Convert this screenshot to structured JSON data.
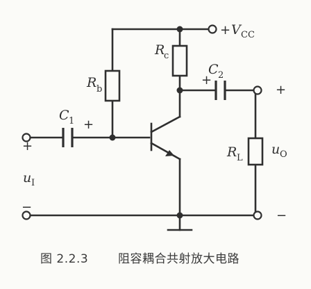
{
  "labels": {
    "vcc_prefix": "+",
    "vcc_main": "V",
    "vcc_sub": "CC",
    "rc_main": "R",
    "rc_sub": "c",
    "rb_main": "R",
    "rb_sub": "b",
    "c1_main": "C",
    "c1_sub": "1",
    "c2_main": "C",
    "c2_sub": "2",
    "rl_main": "R",
    "rl_sub": "L",
    "ui_main": "u",
    "ui_sub": "I",
    "uo_main": "u",
    "uo_sub": "O"
  },
  "signs": {
    "c1_plus": "+",
    "c2_plus": "+",
    "input_plus": "+",
    "input_minus": "−",
    "output_plus": "+",
    "output_minus": "−"
  },
  "caption": {
    "number": "图 2.2.3",
    "title": "阻容耦合共射放大电路"
  },
  "colors": {
    "ink": "#2f2f2f",
    "paper": "#fbfbf8"
  }
}
